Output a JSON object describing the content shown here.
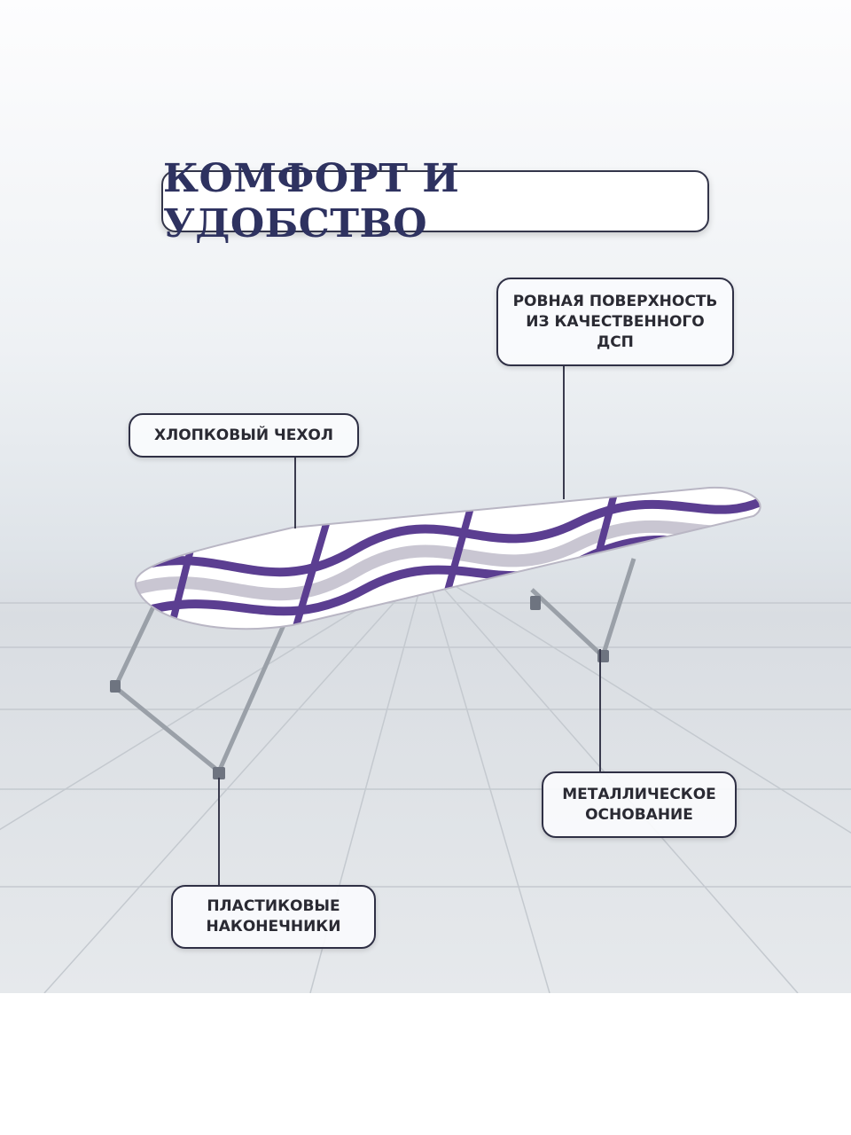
{
  "title": "КОМФОРТ И УДОБСТВО",
  "callouts": {
    "surface": "РОВНАЯ ПОВЕРХНОСТЬ\nИЗ КАЧЕСТВЕННОГО\nДСП",
    "cover": "ХЛОПКОВЫЙ ЧЕХОЛ",
    "base": "МЕТАЛЛИЧЕСКОЕ\nОСНОВАНИЕ",
    "tips": "ПЛАСТИКОВЫЕ\nНАКОНЕЧНИКИ"
  },
  "colors": {
    "accent": "#5b3e91",
    "text": "#2a2a33",
    "title": "#2e3260"
  }
}
